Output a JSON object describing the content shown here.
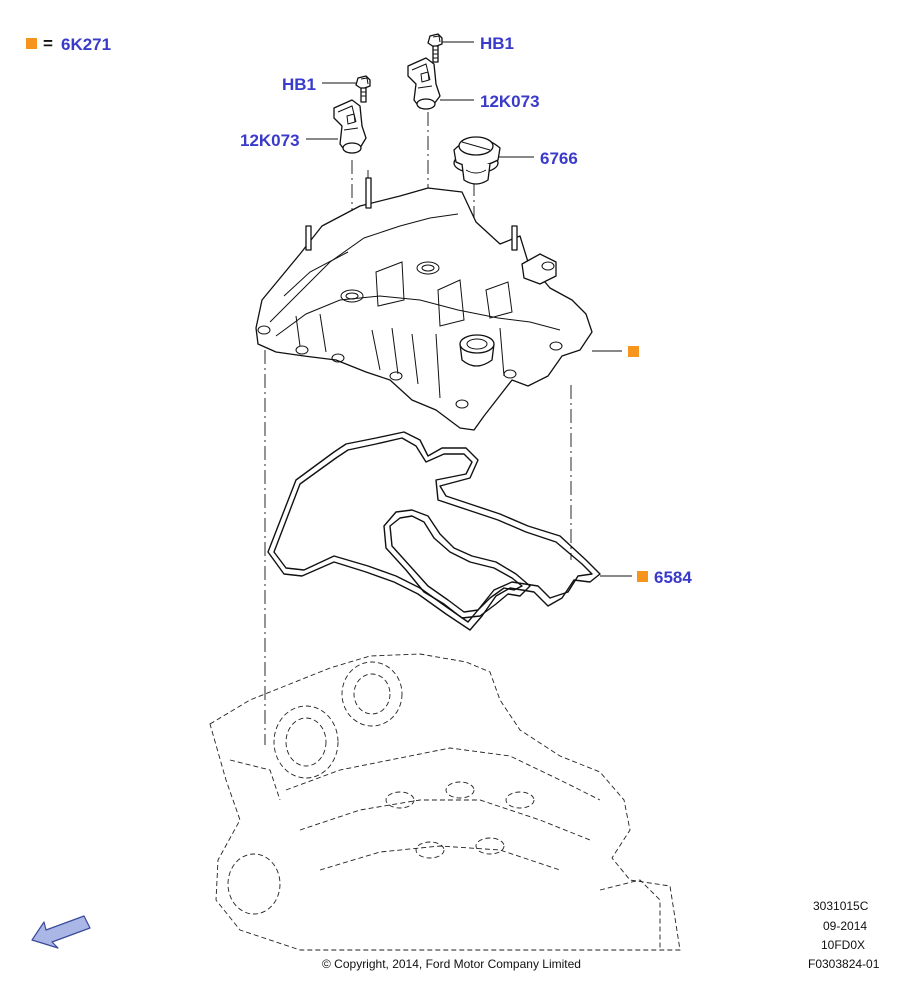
{
  "legend": {
    "marker_color": "#f7941d",
    "equals": "=",
    "part_number": "6K271"
  },
  "callouts": {
    "hb1_top": "HB1",
    "hb1_left": "HB1",
    "sensor_right": "12K073",
    "sensor_left": "12K073",
    "oil_cap": "6766",
    "gasket": "6584"
  },
  "colors": {
    "callout_text": "#3a3acb",
    "marker": "#f7941d",
    "nav_arrow": "#a9b6e6"
  },
  "footer": {
    "copyright": "© Copyright, 2014, Ford Motor Company Limited",
    "doc_code": "3031015C",
    "date": "09-2014",
    "model": "10FD0X",
    "figure_id": "F0303824-01"
  },
  "icons": {
    "nav_arrow": "arrow-down-left-icon"
  }
}
